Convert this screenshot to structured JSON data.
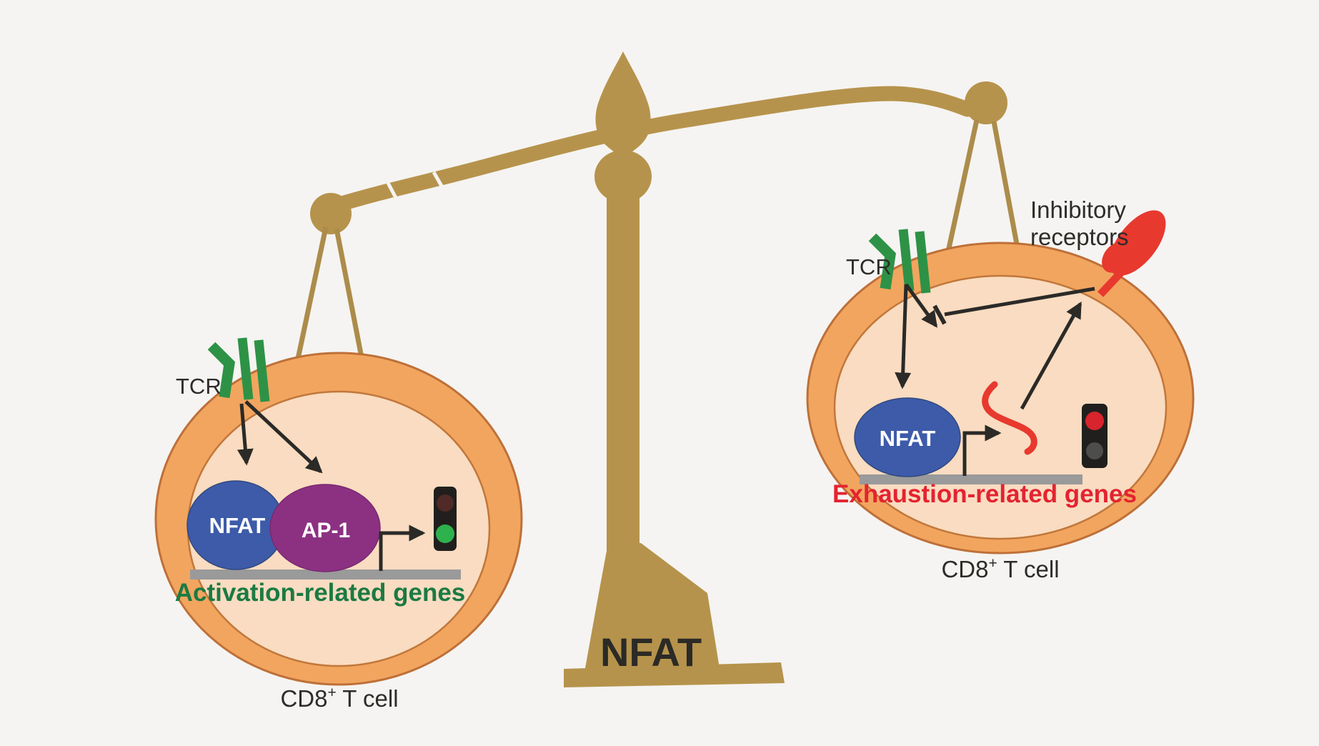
{
  "scale": {
    "base_label": "NFAT"
  },
  "left_cell": {
    "tcr_label": "TCR",
    "nfat_label": "NFAT",
    "ap1_label": "AP-1",
    "genes_label": "Activation-related genes",
    "cell_label": {
      "prefix": "CD8",
      "sup": "+",
      "suffix": " T cell"
    },
    "traffic_light_state": "green"
  },
  "right_cell": {
    "tcr_label": "TCR",
    "inhibitory_label": {
      "line1": "Inhibitory",
      "line2": "receptors"
    },
    "nfat_label": "NFAT",
    "genes_label": "Exhaustion-related genes",
    "cell_label": {
      "prefix": "CD8",
      "sup": "+",
      "suffix": " T cell"
    },
    "traffic_light_state": "red"
  },
  "colors": {
    "background": "#F5F4F2",
    "gold": "#B6934C",
    "membrane_orange": "#F2A55F",
    "membrane_outline": "#BE7038",
    "cytoplasm_peach": "#F9DCC1",
    "tcr_green": "#2D9246",
    "nfat_blue": "#3D5BA9",
    "ap1_purple": "#8C3182",
    "gene_bar_gray": "#9A9A9A",
    "activation_text_green": "#1B7A43",
    "exhaustion_text_red": "#E42330",
    "inhibitory_red": "#E8392F",
    "arrow_black": "#2B2A27",
    "light_green_on": "#2EB24D",
    "light_red_on": "#D8242C",
    "light_red_off": "#4F2A26",
    "light_gray_off": "#4D4D4B"
  }
}
